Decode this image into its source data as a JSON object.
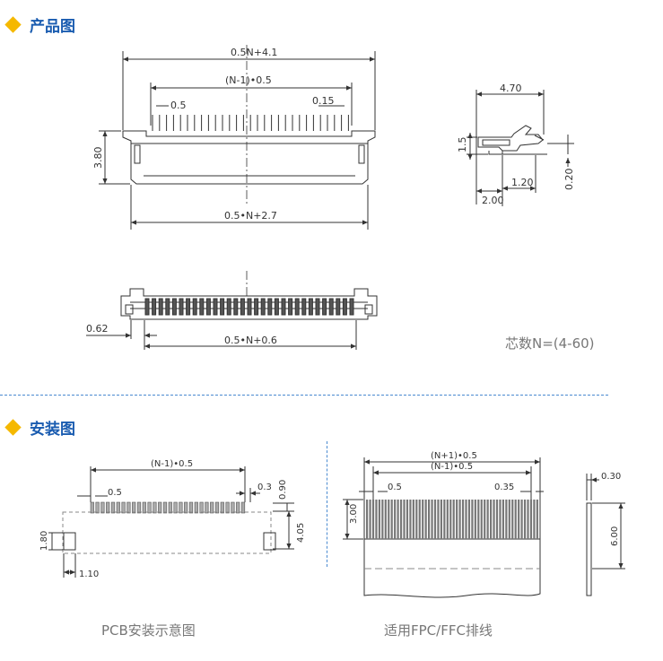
{
  "sections": {
    "product": {
      "title": "产品图"
    },
    "install": {
      "title": "安装图"
    }
  },
  "product_drawing": {
    "top_view": {
      "overall_width": "0.5N+4.1",
      "pitch_span": "(N-1)•0.5",
      "pitch": "0.5",
      "pin_width": "0.15",
      "height": "3.80",
      "body_width": "0.5•N+2.7"
    },
    "side_view": {
      "depth": "4.70",
      "height": "1.5",
      "offset": "2.00",
      "tail": "1.20",
      "thickness": "0.20"
    },
    "bottom_view": {
      "edge_offset": "0.62",
      "contact_span": "0.5•N+0.6"
    },
    "pin_count_note": "芯数N=(4-60)"
  },
  "install_drawing": {
    "pcb_layout": {
      "pitch_span": "(N-1)•0.5",
      "pitch": "0.5",
      "pad_width": "0.3",
      "pad_length": "0.90",
      "row_offset": "4.05",
      "tab_height": "1.80",
      "tab_width": "1.10",
      "caption": "PCB安装示意图"
    },
    "fpc_layout": {
      "total_span": "(N+1)•0.5",
      "pitch_span": "(N-1)•0.5",
      "pitch": "0.5",
      "conductor_width": "0.35",
      "stiffener_length": "3.00",
      "thickness": "0.30",
      "insertion_length": "6.00",
      "caption": "适用FPC/FFC排线"
    }
  }
}
